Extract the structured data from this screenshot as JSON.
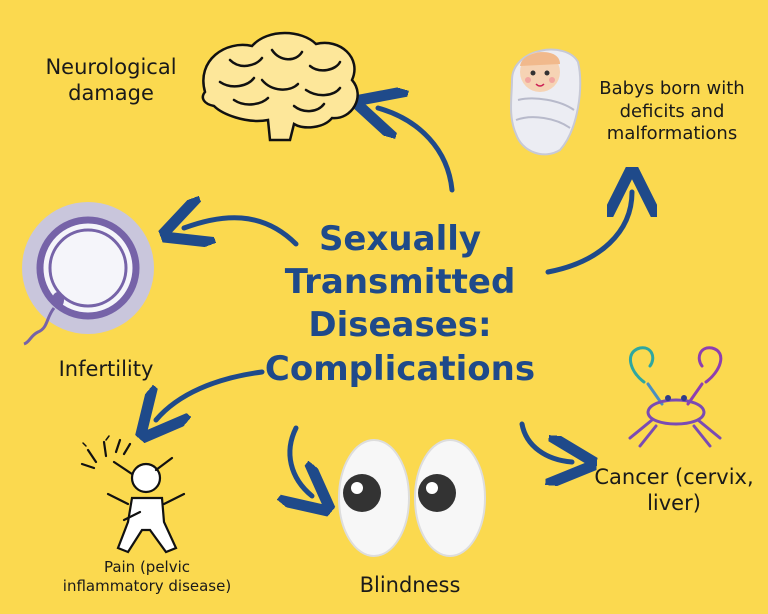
{
  "title_lines": [
    "Sexually",
    "Transmitted",
    "Diseases:",
    "Complications"
  ],
  "complications": {
    "neurological": "Neurological damage",
    "babies": "Babys born with deficits and malformations",
    "infertility": "Infertility",
    "cancer": "Cancer (cervix, liver)",
    "pain": "Pain (pelvic inflammatory disease)",
    "blindness": "Blindness"
  },
  "colors": {
    "background": "#fbd94f",
    "title": "#1f4a8a",
    "arrow": "#1f4a8a"
  }
}
